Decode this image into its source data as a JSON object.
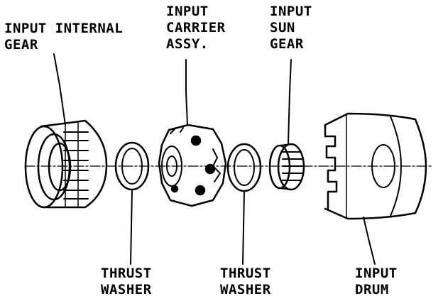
{
  "labels": {
    "input_internal_gear": [
      "INPUT INTERNAL",
      "GEAR"
    ],
    "input_carrier_assy": [
      "INPUT",
      "CARRIER",
      "ASSY."
    ],
    "input_sun_gear": [
      "INPUT",
      "SUN",
      "GEAR"
    ],
    "thrust_washer_1": [
      "THRUST",
      "WASHER"
    ],
    "thrust_washer_2": [
      "THRUST",
      "WASHER"
    ],
    "input_drum": [
      "INPUT",
      "DRUM"
    ]
  },
  "colors": {
    "ink": "#000000",
    "paper": "#ffffff"
  }
}
